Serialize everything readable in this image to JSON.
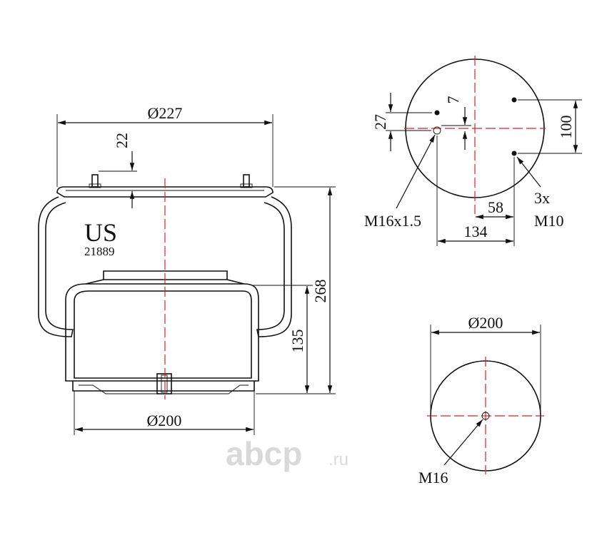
{
  "side_view": {
    "top_diameter": "Ø227",
    "stud_height": "22",
    "overall_height": "268",
    "piston_height": "135",
    "bottom_diameter": "Ø200",
    "brand": "US",
    "part_number": "21889"
  },
  "top_plate_view": {
    "dim_27": "27",
    "dim_7": "7",
    "dim_100": "100",
    "dim_58": "58",
    "dim_134": "134",
    "hole_label": "M16x1.5",
    "studs_count": "3x",
    "studs_thread": "M10"
  },
  "bottom_view": {
    "diameter": "Ø200",
    "thread": "M16"
  },
  "watermark": {
    "brand": "abcp",
    "suffix": ".ru"
  }
}
